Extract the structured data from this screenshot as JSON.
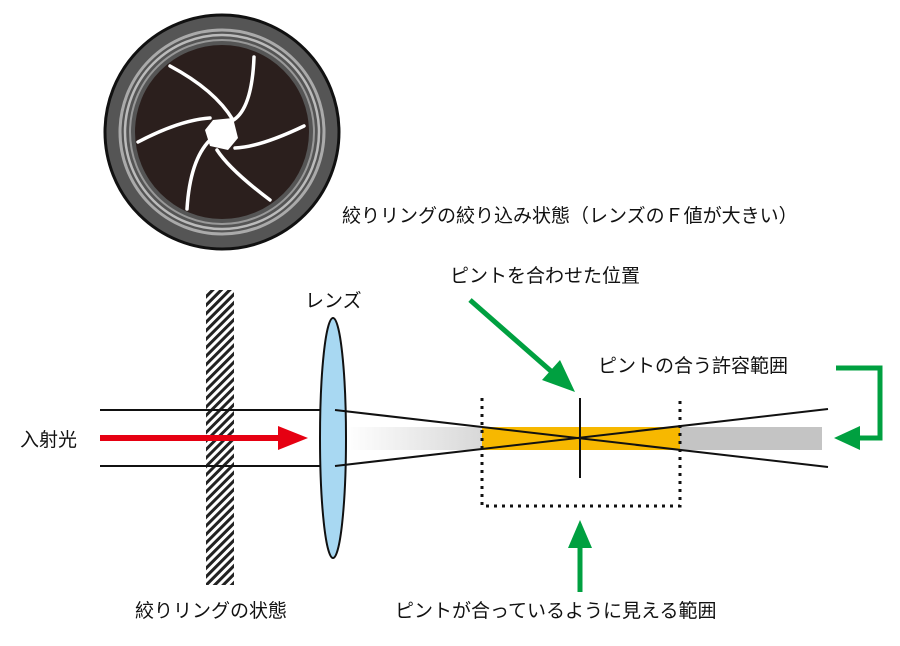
{
  "labels": {
    "aperture_caption": "絞りリングの絞り込み状態（レンズのＦ値が大きい）",
    "focus_position": "ピントを合わせた位置",
    "lens": "レンズ",
    "incident_light": "入射光",
    "depth_tolerance": "ピントの合う許容範囲",
    "aperture_ring_state": "絞りリングの状態",
    "apparent_focus_range": "ピントが合っているように見える範囲"
  },
  "colors": {
    "arrow_green": "#00a040",
    "light_red": "#e60012",
    "focus_band": "#f7b800",
    "lens_fill": "#a8d8f2"
  }
}
